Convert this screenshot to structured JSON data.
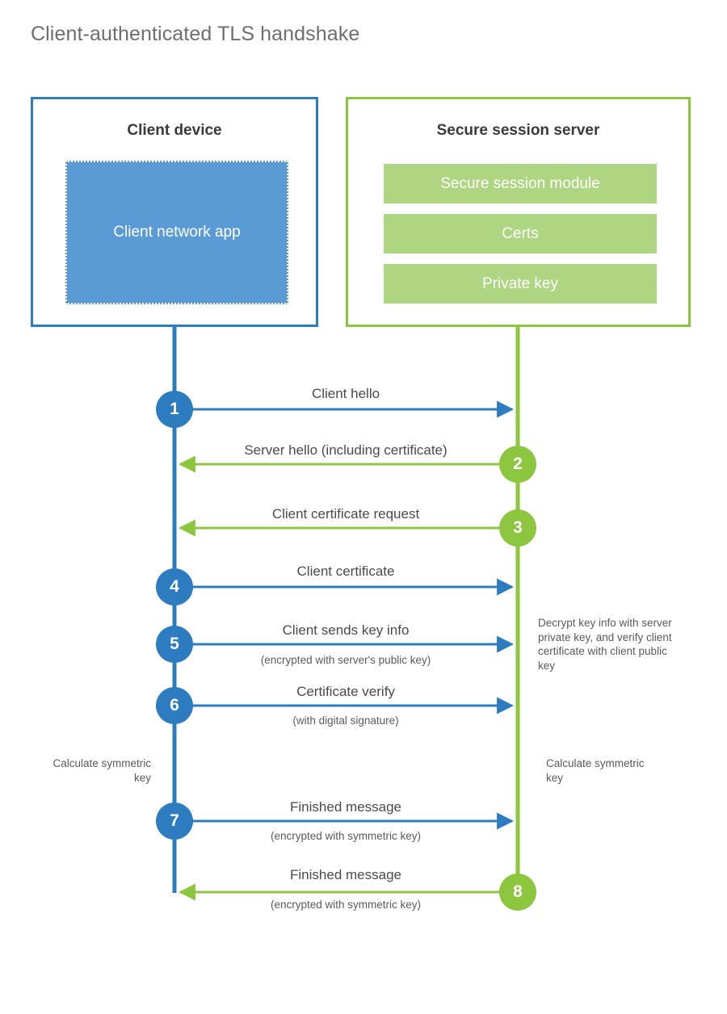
{
  "title": "Client-authenticated TLS handshake",
  "colors": {
    "client_blue": "#2d7cc0",
    "client_app_fill": "#5b9bd5",
    "server_green": "#8cc63e",
    "server_module_fill": "#aed581",
    "text": "#4a4a4a",
    "title_text": "#6e6e6e",
    "background": "#ffffff"
  },
  "actors": {
    "client": {
      "title": "Client device",
      "app_label": "Client network app"
    },
    "server": {
      "title": "Secure session server",
      "modules": [
        "Secure session module",
        "Certs",
        "Private key"
      ]
    }
  },
  "steps": [
    {
      "number": "1",
      "label": "Client hello",
      "sublabel": "",
      "direction": "client-to-server",
      "origin": "client"
    },
    {
      "number": "2",
      "label": "Server hello (including certificate)",
      "sublabel": "",
      "direction": "server-to-client",
      "origin": "server"
    },
    {
      "number": "3",
      "label": "Client certificate request",
      "sublabel": "",
      "direction": "server-to-client",
      "origin": "server"
    },
    {
      "number": "4",
      "label": "Client certificate",
      "sublabel": "",
      "direction": "client-to-server",
      "origin": "client"
    },
    {
      "number": "5",
      "label": "Client sends key info",
      "sublabel": "(encrypted with server's public key)",
      "direction": "client-to-server",
      "origin": "client"
    },
    {
      "number": "6",
      "label": "Certificate verify",
      "sublabel": "(with digital signature)",
      "direction": "client-to-server",
      "origin": "client"
    },
    {
      "number": "7",
      "label": "Finished message",
      "sublabel": "(encrypted with symmetric key)",
      "direction": "client-to-server",
      "origin": "client"
    },
    {
      "number": "8",
      "label": "Finished message",
      "sublabel": "(encrypted with symmetric key)",
      "direction": "server-to-client",
      "origin": "server"
    }
  ],
  "annotations": {
    "server_decrypt_note": "Decrypt key info with server private key, and verify client certificate with client public key",
    "client_calculate_note": "Calculate symmetric key",
    "server_calculate_note": "Calculate symmetric key"
  }
}
